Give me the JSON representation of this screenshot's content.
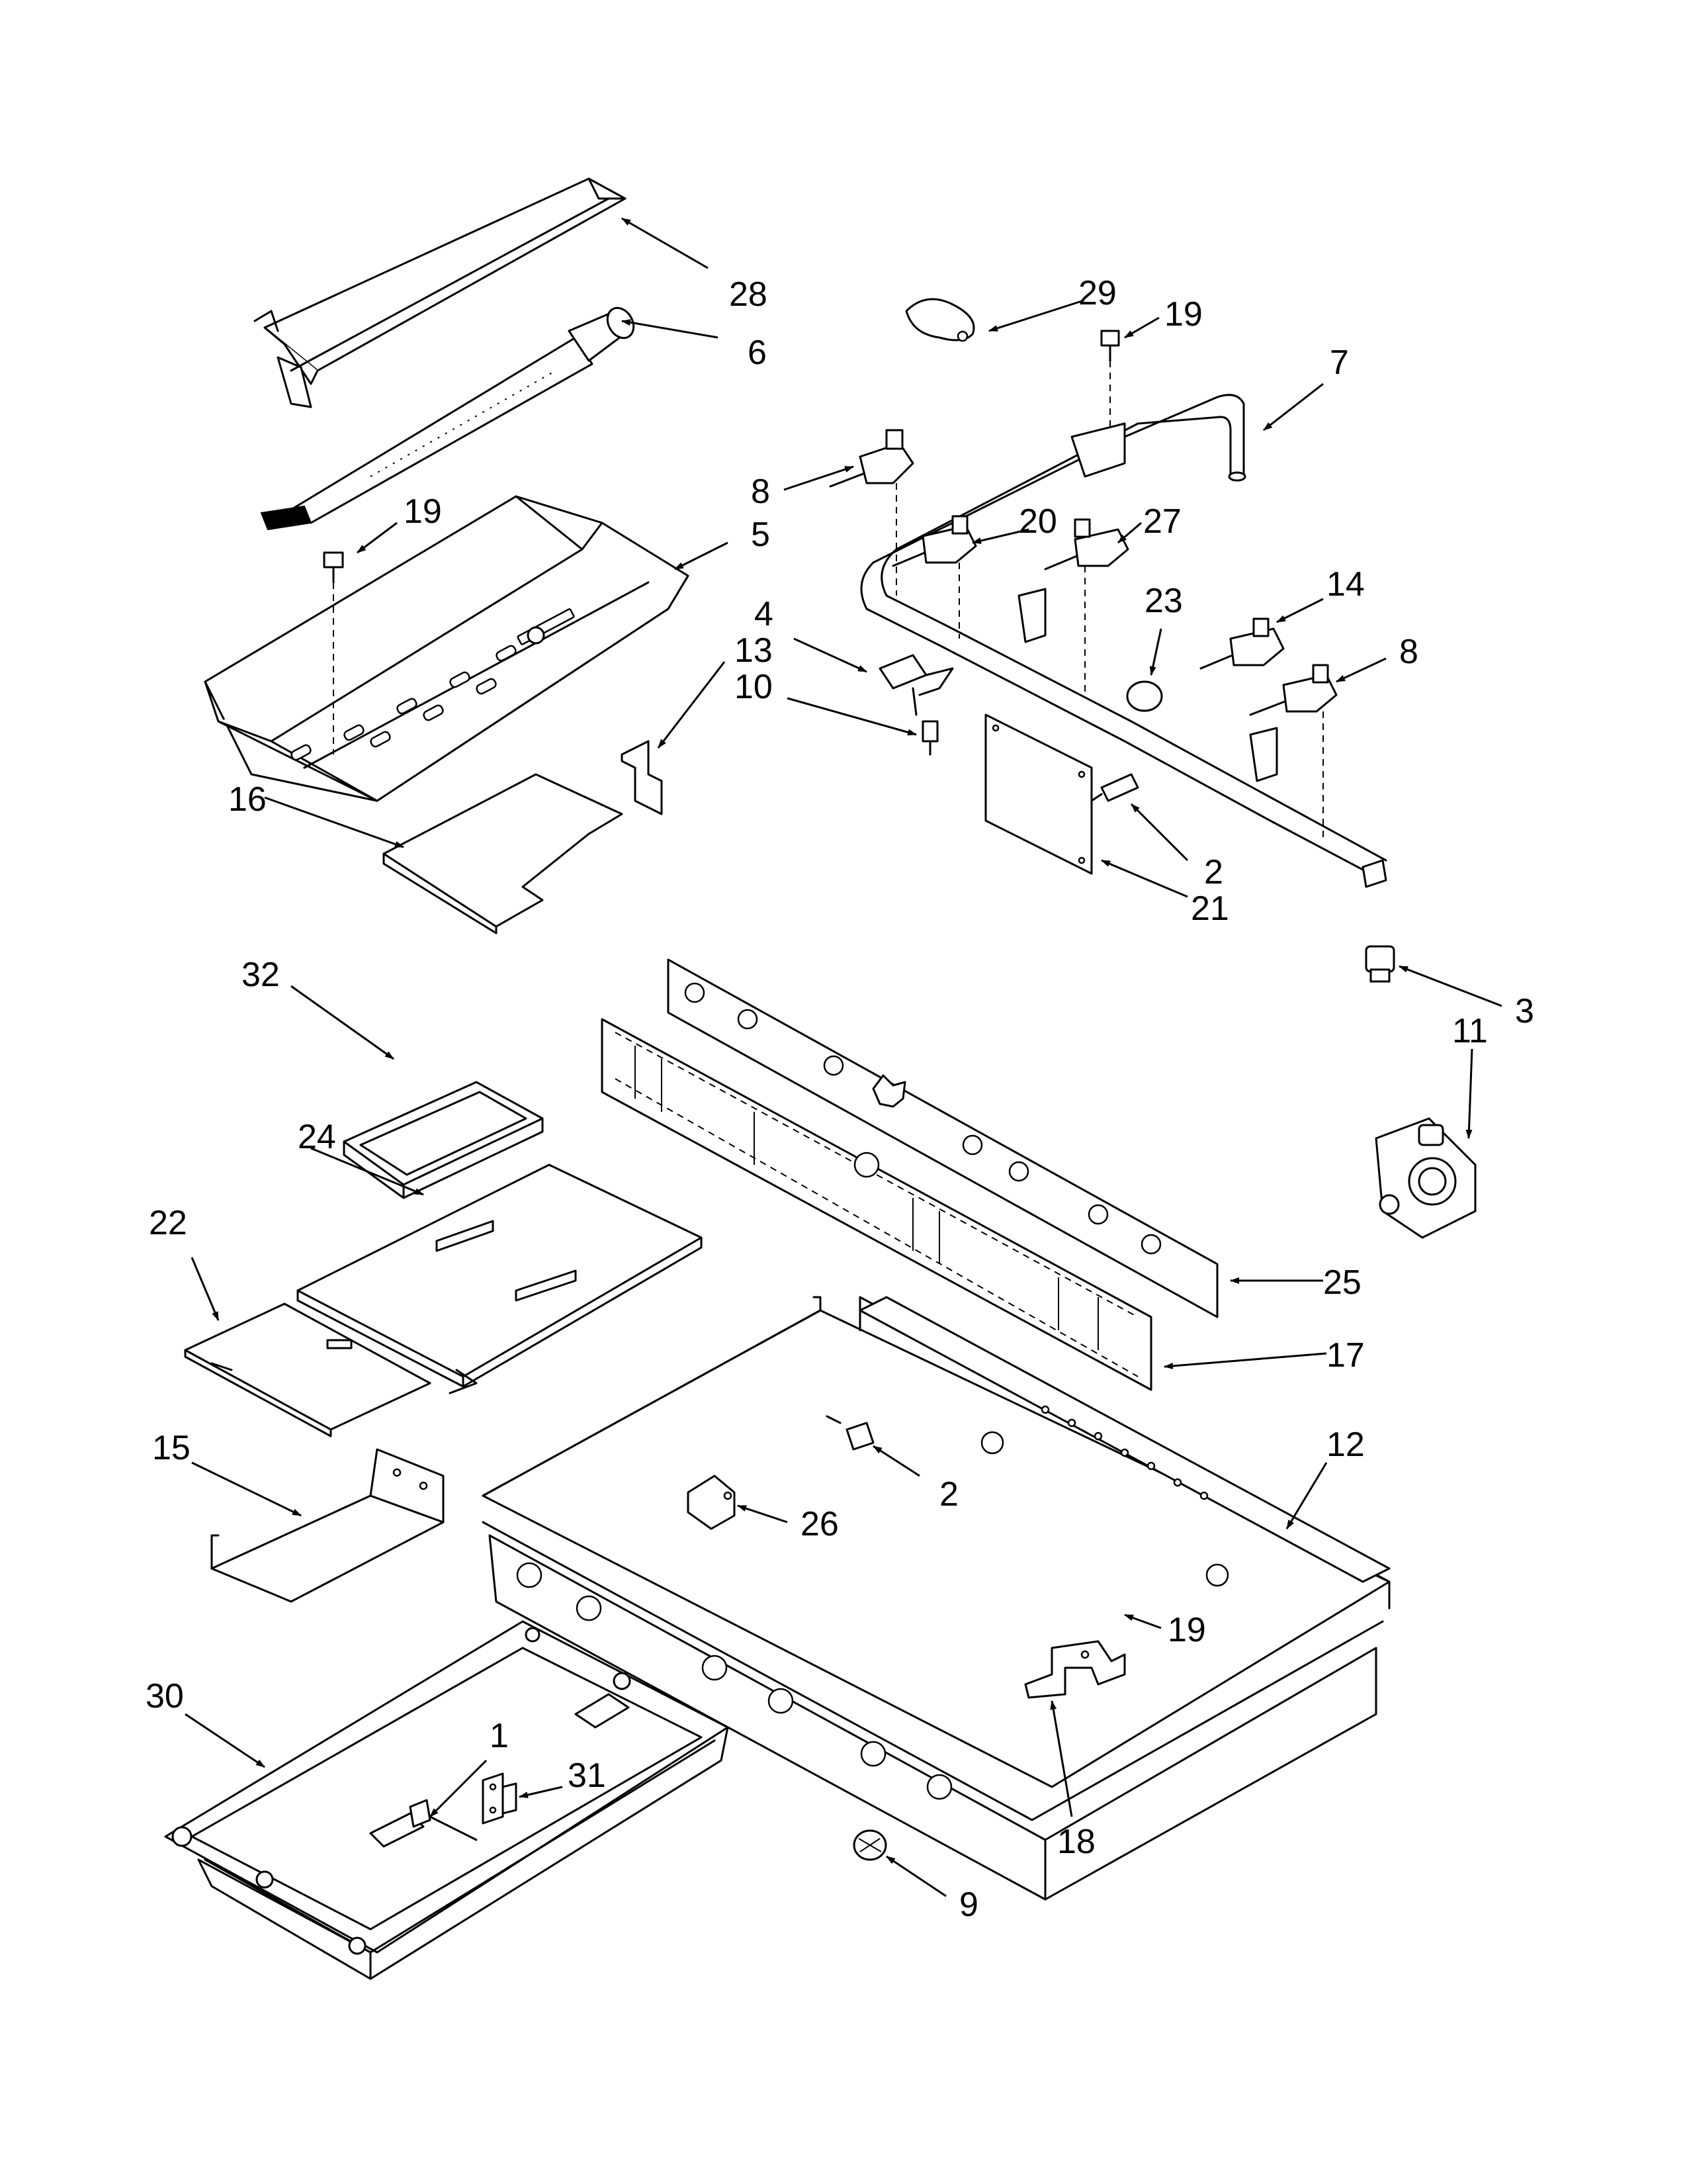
{
  "callouts": {
    "c1": "1",
    "c2a": "2",
    "c2b": "2",
    "c3": "3",
    "c4": "4",
    "c5": "5",
    "c6": "6",
    "c7": "7",
    "c8a": "8",
    "c8b": "8",
    "c9": "9",
    "c10": "10",
    "c11": "11",
    "c12": "12",
    "c13": "13",
    "c14": "14",
    "c15": "15",
    "c16": "16",
    "c17": "17",
    "c18": "18",
    "c19a": "19",
    "c19b": "19",
    "c19c": "19",
    "c20": "20",
    "c21": "21",
    "c22": "22",
    "c23": "23",
    "c24": "24",
    "c25": "25",
    "c26": "26",
    "c27": "27",
    "c28": "28",
    "c29": "29",
    "c30": "30",
    "c31": "31",
    "c32": "32"
  }
}
